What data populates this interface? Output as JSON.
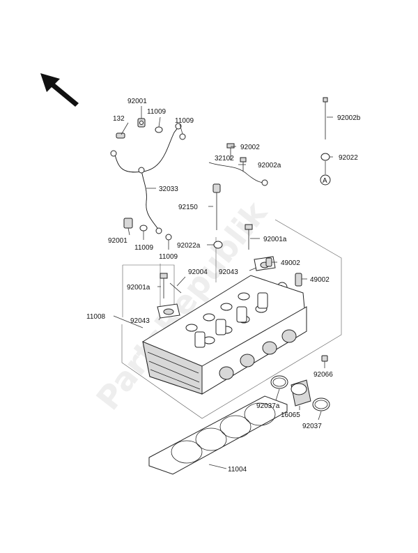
{
  "watermark": "PartsRepublik",
  "ref_marker": "A",
  "labels": {
    "p92001_top": "92001",
    "p132": "132",
    "p11009_top_a": "11009",
    "p11009_top_b": "11009",
    "p32033": "32033",
    "p92001_mid": "92001",
    "p11009_mid": "11009",
    "p11009_low": "11009",
    "p92002": "92002",
    "p32102": "32102",
    "p92002a": "92002a",
    "p92002b": "92002b",
    "p92022": "92022",
    "p92150": "92150",
    "p92022a": "92022a",
    "p92001a_right": "92001a",
    "p92004": "92004",
    "p92043_right": "92043",
    "p49002_a": "49002",
    "p49002_b": "49002",
    "p92001a_left": "92001a",
    "p11008": "11008",
    "p92043_left": "92043",
    "p92066": "92066",
    "p92037a": "92037a",
    "p16065": "16065",
    "p92037": "92037",
    "p11004": "11004"
  }
}
